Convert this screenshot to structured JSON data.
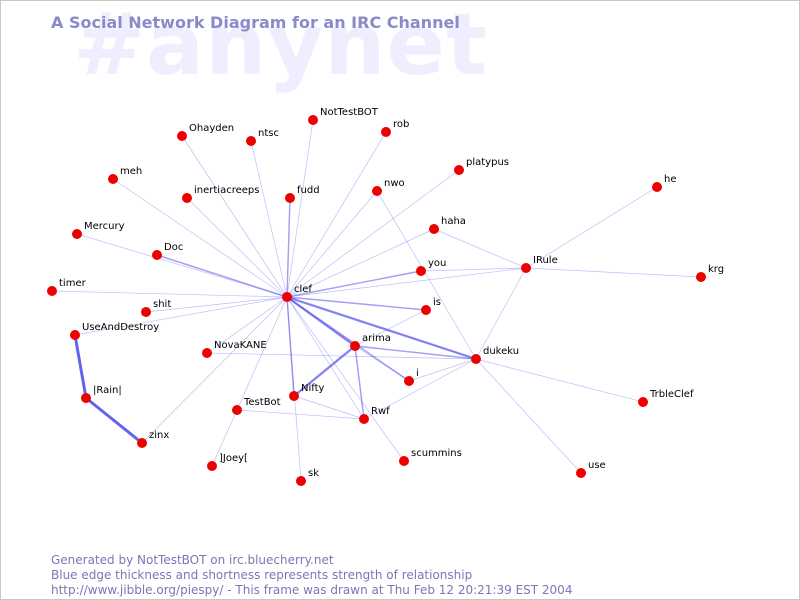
{
  "watermark": "#anynet",
  "title": "A Social Network Diagram for an IRC Channel",
  "footer": {
    "line1": "Generated by NotTestBOT on irc.bluecherry.net",
    "line2": "Blue edge thickness and shortness represents strength of relationship",
    "line3": "http://www.jibble.org/piespy/ - This frame was drawn at Thu Feb 12 20:21:39 EST 2004"
  },
  "colors": {
    "node": "#ee0000",
    "edge": "#5555ee",
    "title": "#8a8ac8",
    "watermark": "#eeeeff",
    "footer": "#7878b8"
  },
  "nodes": [
    {
      "id": "clef",
      "label": "clef"
    },
    {
      "id": "NotTestBOT",
      "label": "NotTestBOT"
    },
    {
      "id": "rob",
      "label": "rob"
    },
    {
      "id": "Ohayden",
      "label": "Ohayden"
    },
    {
      "id": "ntsc",
      "label": "ntsc"
    },
    {
      "id": "platypus",
      "label": "platypus"
    },
    {
      "id": "meh",
      "label": "meh"
    },
    {
      "id": "inertiacreeps",
      "label": "inertiacreeps"
    },
    {
      "id": "fudd",
      "label": "fudd"
    },
    {
      "id": "nwo",
      "label": "nwo"
    },
    {
      "id": "he",
      "label": "he"
    },
    {
      "id": "haha",
      "label": "haha"
    },
    {
      "id": "Mercury",
      "label": "Mercury"
    },
    {
      "id": "Doc",
      "label": "Doc"
    },
    {
      "id": "you",
      "label": "you"
    },
    {
      "id": "IRule",
      "label": "IRule"
    },
    {
      "id": "krg",
      "label": "krg"
    },
    {
      "id": "timer",
      "label": "timer"
    },
    {
      "id": "shit",
      "label": "shit"
    },
    {
      "id": "is",
      "label": "is"
    },
    {
      "id": "UseAndDestroy",
      "label": "UseAndDestroy"
    },
    {
      "id": "arima",
      "label": "arima"
    },
    {
      "id": "NovaKANE",
      "label": "NovaKANE"
    },
    {
      "id": "dukeku",
      "label": "dukeku"
    },
    {
      "id": "i",
      "label": "i"
    },
    {
      "id": "Rain",
      "label": "|Rain|"
    },
    {
      "id": "Nifty",
      "label": "Nifty"
    },
    {
      "id": "TestBot",
      "label": "TestBot"
    },
    {
      "id": "TrbleClef",
      "label": "TrbleClef"
    },
    {
      "id": "Rwf",
      "label": "Rwf"
    },
    {
      "id": "zinx",
      "label": "zinx"
    },
    {
      "id": "Joey",
      "label": "]Joey["
    },
    {
      "id": "scummins",
      "label": "scummins"
    },
    {
      "id": "sk",
      "label": "sk"
    },
    {
      "id": "use",
      "label": "use"
    }
  ],
  "edges": [
    {
      "source": "clef",
      "target": "NotTestBOT",
      "weight": 1
    },
    {
      "source": "clef",
      "target": "rob",
      "weight": 1
    },
    {
      "source": "clef",
      "target": "Ohayden",
      "weight": 1
    },
    {
      "source": "clef",
      "target": "ntsc",
      "weight": 1
    },
    {
      "source": "clef",
      "target": "platypus",
      "weight": 1
    },
    {
      "source": "clef",
      "target": "meh",
      "weight": 1
    },
    {
      "source": "clef",
      "target": "inertiacreeps",
      "weight": 1
    },
    {
      "source": "clef",
      "target": "fudd",
      "weight": 2
    },
    {
      "source": "clef",
      "target": "nwo",
      "weight": 1
    },
    {
      "source": "clef",
      "target": "haha",
      "weight": 1
    },
    {
      "source": "clef",
      "target": "Mercury",
      "weight": 1
    },
    {
      "source": "clef",
      "target": "Doc",
      "weight": 2
    },
    {
      "source": "clef",
      "target": "you",
      "weight": 2
    },
    {
      "source": "clef",
      "target": "IRule",
      "weight": 1
    },
    {
      "source": "clef",
      "target": "timer",
      "weight": 1
    },
    {
      "source": "clef",
      "target": "shit",
      "weight": 1
    },
    {
      "source": "clef",
      "target": "is",
      "weight": 2
    },
    {
      "source": "clef",
      "target": "UseAndDestroy",
      "weight": 1
    },
    {
      "source": "clef",
      "target": "arima",
      "weight": 3
    },
    {
      "source": "clef",
      "target": "NovaKANE",
      "weight": 1
    },
    {
      "source": "clef",
      "target": "dukeku",
      "weight": 3
    },
    {
      "source": "clef",
      "target": "i",
      "weight": 2
    },
    {
      "source": "clef",
      "target": "Nifty",
      "weight": 2
    },
    {
      "source": "clef",
      "target": "TestBot",
      "weight": 1
    },
    {
      "source": "clef",
      "target": "Rwf",
      "weight": 1
    },
    {
      "source": "clef",
      "target": "zinx",
      "weight": 1
    },
    {
      "source": "clef",
      "target": "scummins",
      "weight": 1
    },
    {
      "source": "clef",
      "target": "sk",
      "weight": 1
    },
    {
      "source": "he",
      "target": "IRule",
      "weight": 1
    },
    {
      "source": "haha",
      "target": "IRule",
      "weight": 1
    },
    {
      "source": "IRule",
      "target": "krg",
      "weight": 1
    },
    {
      "source": "IRule",
      "target": "dukeku",
      "weight": 1
    },
    {
      "source": "you",
      "target": "IRule",
      "weight": 1
    },
    {
      "source": "nwo",
      "target": "dukeku",
      "weight": 1
    },
    {
      "source": "is",
      "target": "arima",
      "weight": 1
    },
    {
      "source": "arima",
      "target": "dukeku",
      "weight": 2
    },
    {
      "source": "arima",
      "target": "Nifty",
      "weight": 3
    },
    {
      "source": "arima",
      "target": "Rwf",
      "weight": 2
    },
    {
      "source": "arima",
      "target": "i",
      "weight": 1
    },
    {
      "source": "NovaKANE",
      "target": "dukeku",
      "weight": 1
    },
    {
      "source": "dukeku",
      "target": "i",
      "weight": 1
    },
    {
      "source": "dukeku",
      "target": "Rwf",
      "weight": 1
    },
    {
      "source": "dukeku",
      "target": "TrbleClef",
      "weight": 1
    },
    {
      "source": "dukeku",
      "target": "use",
      "weight": 1
    },
    {
      "source": "UseAndDestroy",
      "target": "Rain",
      "weight": 4
    },
    {
      "source": "Rain",
      "target": "zinx",
      "weight": 4
    },
    {
      "source": "TestBot",
      "target": "Rwf",
      "weight": 1
    },
    {
      "source": "TestBot",
      "target": "Joey",
      "weight": 1
    },
    {
      "source": "Nifty",
      "target": "Rwf",
      "weight": 1
    }
  ]
}
